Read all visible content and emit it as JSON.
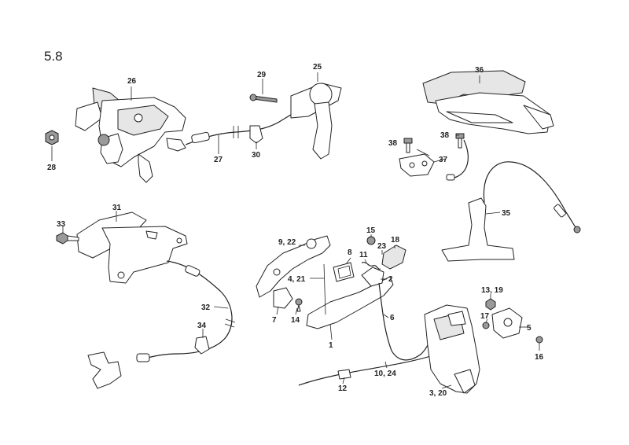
{
  "section": "5.8",
  "callouts": {
    "c1": "1",
    "c2": "2",
    "c3_20": "3, 20",
    "c4_21": "4, 21",
    "c5": "5",
    "c6": "6",
    "c7": "7",
    "c8": "8",
    "c9_22": "9, 22",
    "c10_24": "10, 24",
    "c11": "11",
    "c12": "12",
    "c13_19": "13, 19",
    "c14": "14",
    "c15": "15",
    "c16": "16",
    "c17": "17",
    "c18": "18",
    "c23": "23",
    "c25": "25",
    "c26": "26",
    "c27": "27",
    "c28": "28",
    "c29": "29",
    "c30": "30",
    "c31": "31",
    "c32": "32",
    "c33": "33",
    "c34": "34",
    "c35": "35",
    "c36": "36",
    "c37": "37",
    "c38a": "38",
    "c38b": "38"
  }
}
